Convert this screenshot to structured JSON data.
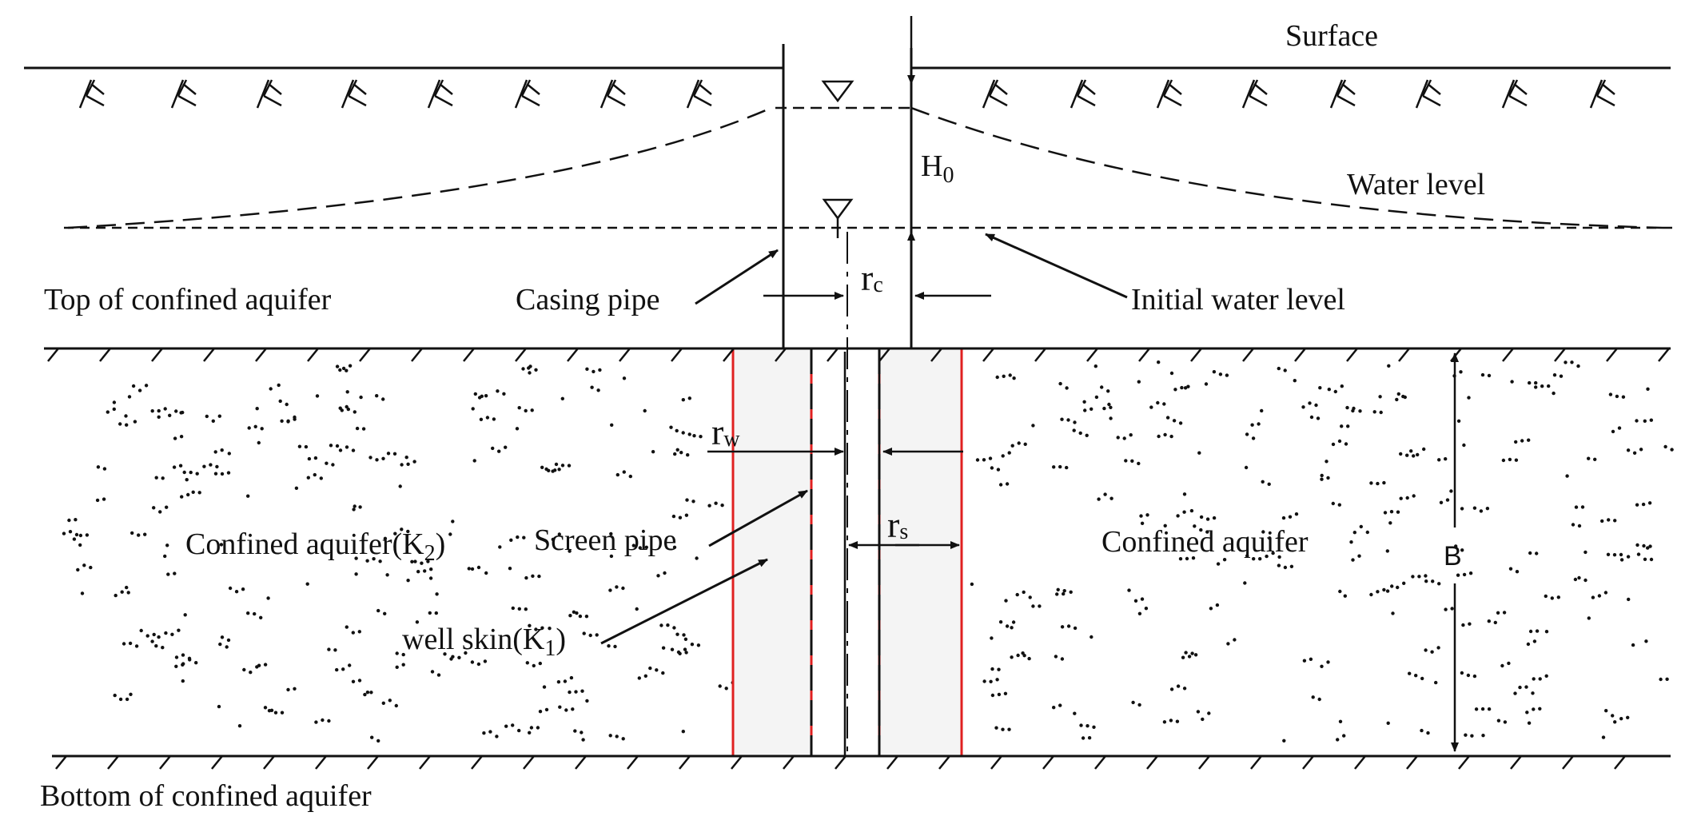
{
  "labels": {
    "surface": "Surface",
    "water_level": "Water level",
    "initial_water_level": "Initial water level",
    "top_confined": "Top of confined aquifer",
    "bottom_confined": "Bottom of confined aquifer",
    "casing_pipe": "Casing pipe",
    "screen_pipe": "Screen pipe",
    "confined_aquifer": "Confined aquifer",
    "confined_aquifer_k2": {
      "text": "Confined aquifer(K",
      "sub": "2",
      "tail": ")"
    },
    "well_skin_k1": {
      "text": "well skin(K",
      "sub": "1",
      "tail": ")"
    },
    "h0": {
      "text": "H",
      "sub": "0"
    },
    "rc": {
      "text": "r",
      "sub": "c"
    },
    "rw": {
      "text": "r",
      "sub": "w"
    },
    "rs": {
      "text": "r",
      "sub": "s"
    },
    "b": "B"
  },
  "colors": {
    "line": "#111111",
    "skin_border": "#e02020",
    "skin_fill": "#f4f4f4"
  }
}
